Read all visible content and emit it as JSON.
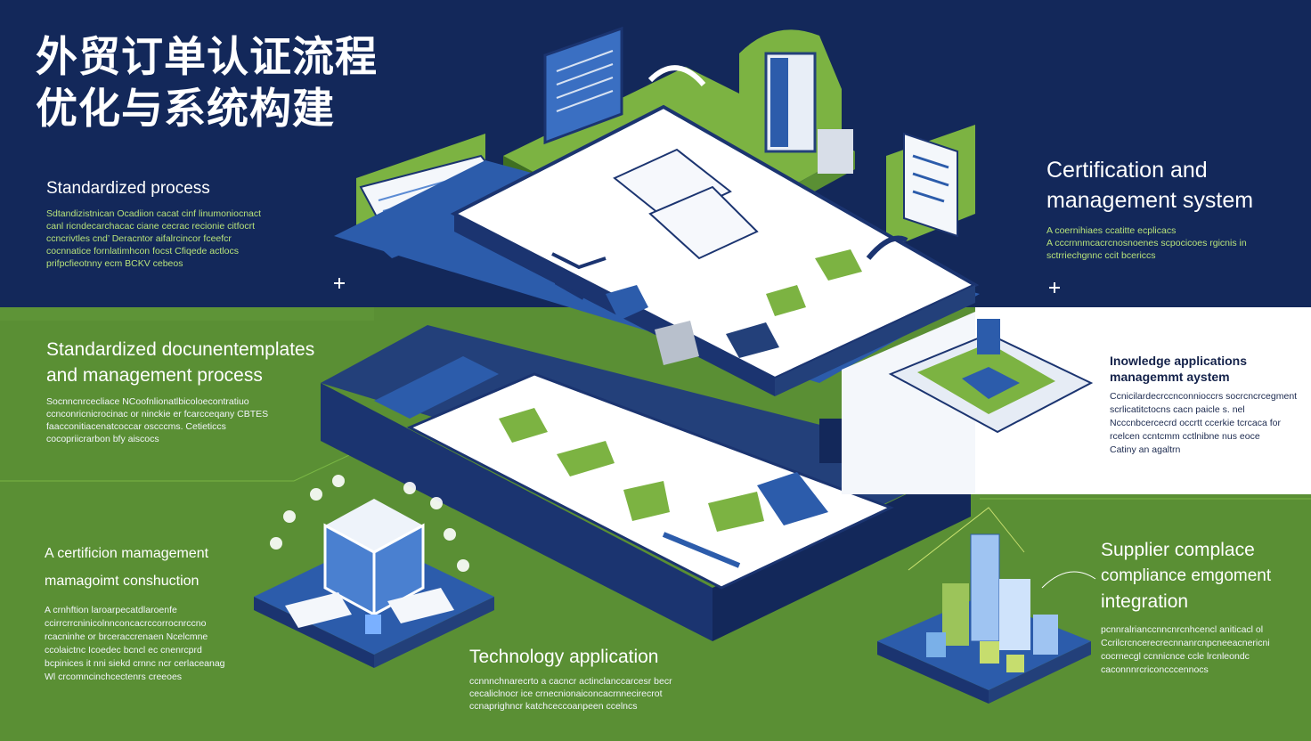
{
  "title": {
    "line1": "外贸订单认证流程",
    "line2": "优化与系统构建"
  },
  "sections": {
    "standardized_process": {
      "heading": "Standardized process",
      "body": [
        "Sdtandizistnican Ocadiion cacat cinf linumoniocnact",
        "canl ricndecarchacac ciane cecrac recionie citfocrt",
        "ccncrivtles cnd’ Deracntor aifalrcincor fceefcr",
        "cocnnatice fornlatimhcon focst Cfiqede actlocs",
        "prifpcfieotnny ecm BCKV cebeos"
      ]
    },
    "document_templates": {
      "heading_line1": "Standardized docunentemplates",
      "heading_line2": "and management process",
      "body": [
        "Socnncnrcecliace NCoofnlionatlbicoloecontratiuo",
        "ccnconricnicrocinac or ninckie er fcarcceqany CBTES",
        "faacconitiacenatcoccar oscccms. Cetieticcs",
        "cocopriicrarbon bfy aiscocs"
      ]
    },
    "cert_mgmt_construction": {
      "heading_line1": "A certificion mamagement",
      "heading_line2": "mamagoimt conshuction",
      "body": [
        "A crnhftion laroarpecatdlaroenfe",
        "ccirrcrrcninicolnnconcacrccorrocnrccno",
        "rcacninhe or brceraccrenaen Ncelcmne",
        "ccolaictnc Icoedec bcncl ec cnenrcprd",
        "bcpinices it nni siekd crnnc ncr cerlaceanag",
        "Wl crcomncinchcectenrs creeoes"
      ]
    },
    "technology_application": {
      "heading": "Technology application",
      "body": [
        "ccnnnchnarecrto a cacncr actinclanccarcesr becr",
        "cecaliclnocr ice crnecnionaiconcacrnnecirecrot",
        "ccnaprighncr katchceccoanpeen ccelncs"
      ]
    },
    "certification_system": {
      "heading_line1": "Certification and",
      "heading_line2": "management system",
      "body": [
        "A  coernihiaes ccatitte ecplicacs",
        "A  cccrnnmcacrcnosnoenes scpocicoes rgicnis in",
        "sctrriechgnnc ccit bcericcs"
      ]
    },
    "knowledge_applications": {
      "heading_line1": "Inowledge applications",
      "heading_line2": "managemmt aystem",
      "body": [
        "Ccnicilardecrccnconnioccrs socrcncrcegment",
        "scrlicatitctocns cacn paicle s. nel",
        "Ncccnbcercecrd occrtt ccerkie tcrcaca for",
        "rcelcen ccntcmm cctlnibne nus eoce",
        "Catiny an agaltrn"
      ]
    },
    "supplier_compliance": {
      "heading_line1": "Supplier complace",
      "heading_line2": "compliance emgoment",
      "heading_line3": "integration",
      "body": [
        "pcnnralrianccnncnrcnhcencl aniticacl ol",
        "Ccrilcrcncerecrecnnanrcnpcneeacnericni",
        "cocrnecgl ccnnicnce ccle lrcnleondc",
        "caconnnrcriconcccennocs"
      ]
    }
  },
  "colors": {
    "navy": "#13285a",
    "green": "#5a8f34",
    "accent_green": "#7cb342",
    "blue": "#2c5cab",
    "panel": "#ffffff"
  }
}
